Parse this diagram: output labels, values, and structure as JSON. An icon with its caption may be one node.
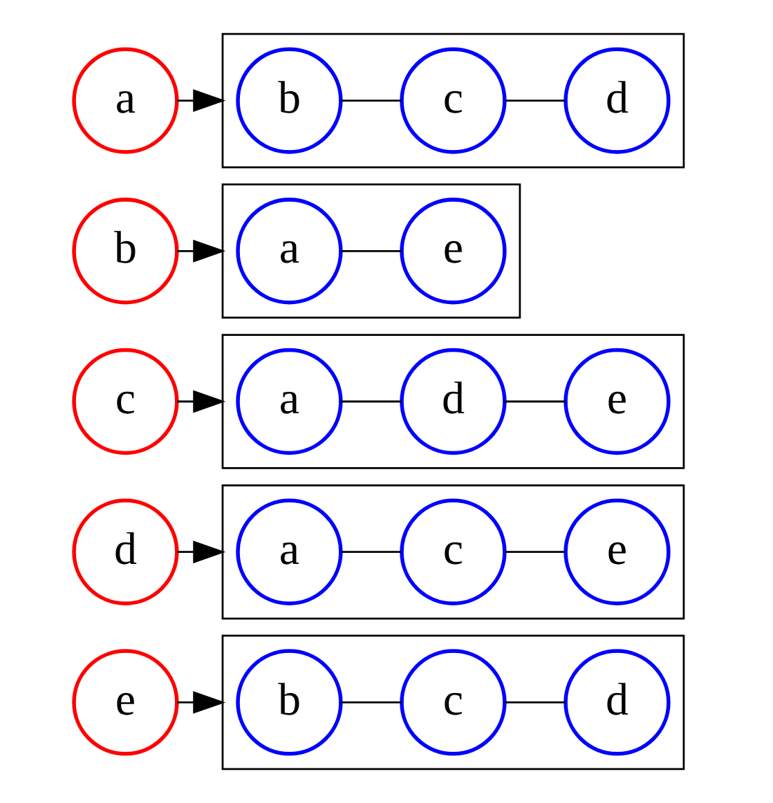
{
  "diagram": {
    "nodes": [
      {
        "text": [
          "a"
        ]
      },
      {
        "text": [],
        "shape": "box"
      },
      {
        "text": [
          "b"
        ],
        "in": 1
      },
      {
        "text": [
          "c"
        ],
        "in": 1
      },
      {
        "text": [
          "d"
        ],
        "in": 1
      },
      {
        "text": [
          "b"
        ]
      },
      {
        "text": [],
        "shape": "box"
      },
      {
        "text": [
          "a"
        ],
        "in": 6
      },
      {
        "text": [
          "e"
        ],
        "in": 6
      },
      {
        "text": [
          "c"
        ]
      },
      {
        "text": [],
        "shape": "box"
      },
      {
        "text": [
          "a"
        ],
        "in": 10
      },
      {
        "text": [
          "d"
        ],
        "in": 10
      },
      {
        "text": [
          "e"
        ],
        "in": 10
      },
      {
        "text": [
          "d"
        ]
      },
      {
        "text": [],
        "shape": "box"
      },
      {
        "text": [
          "a"
        ],
        "in": 15
      },
      {
        "text": [
          "c"
        ],
        "in": 15
      },
      {
        "text": [
          "e"
        ],
        "in": 15
      },
      {
        "text": [
          "e"
        ]
      },
      {
        "text": [],
        "shape": "box"
      },
      {
        "text": [
          "b"
        ],
        "in": 20
      },
      {
        "text": [
          "c"
        ],
        "in": 20
      },
      {
        "text": [
          "d"
        ],
        "in": 20
      }
    ],
    "edges": [
      {
        "from": 0,
        "to": 1,
        "arrow": "to"
      },
      {
        "from": 2,
        "to": 3,
        "arrow": "none"
      },
      {
        "from": 3,
        "to": 4,
        "arrow": "none"
      },
      {
        "from": 5,
        "to": 6,
        "arrow": "to"
      },
      {
        "from": 7,
        "to": 8,
        "arrow": "none"
      },
      {
        "from": 9,
        "to": 10,
        "arrow": "to"
      },
      {
        "from": 11,
        "to": 12,
        "arrow": "none"
      },
      {
        "from": 12,
        "to": 13,
        "arrow": "none"
      },
      {
        "from": 14,
        "to": 15,
        "arrow": "to"
      },
      {
        "from": 16,
        "to": 17,
        "arrow": "none"
      },
      {
        "from": 17,
        "to": 18,
        "arrow": "none"
      },
      {
        "from": 19,
        "to": 20,
        "arrow": "to"
      },
      {
        "from": 21,
        "to": 22,
        "arrow": "none"
      },
      {
        "from": 22,
        "to": 23,
        "arrow": "none"
      }
    ]
  }
}
